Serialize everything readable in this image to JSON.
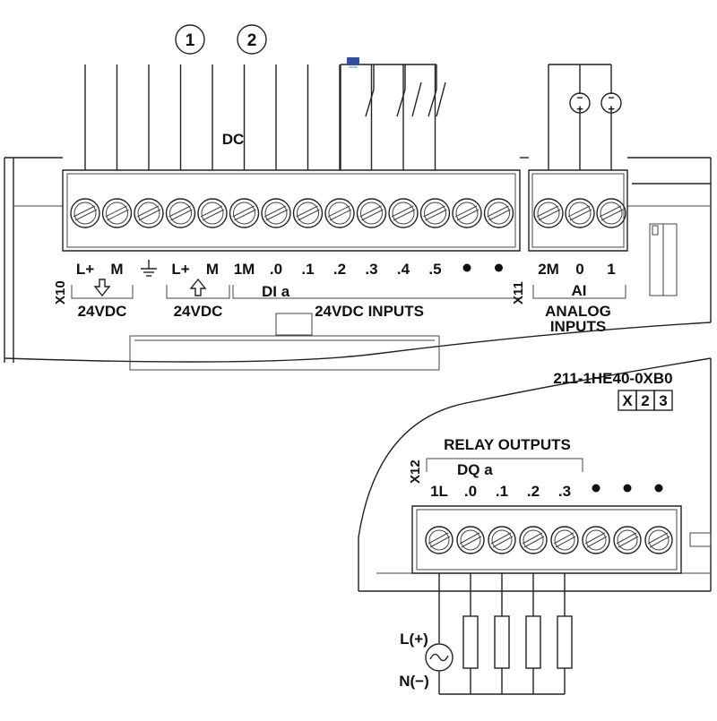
{
  "callouts": [
    "1",
    "2"
  ],
  "dc_label": "DC",
  "x10": {
    "connector_id": "X10",
    "terminals": [
      "L+",
      "M",
      "",
      "L+",
      "M",
      "1M",
      ".0",
      ".1",
      ".2",
      ".3",
      ".4",
      ".5",
      "",
      ""
    ],
    "ground_icon": "ground-icon",
    "group_24vdc_out": "24VDC",
    "group_24vdc_in": "24VDC",
    "di_label": "DI a",
    "inputs_label": "24VDC INPUTS"
  },
  "x11": {
    "connector_id": "X11",
    "terminals": [
      "2M",
      "0",
      "1"
    ],
    "ai_label": "AI",
    "analog_label_1": "ANALOG",
    "analog_label_2": "INPUTS"
  },
  "module": {
    "part_number": "211-1HE40-0XB0",
    "version_boxes": [
      "X",
      "2",
      "3"
    ]
  },
  "x12": {
    "connector_id": "X12",
    "title": "RELAY OUTPUTS",
    "dq_label": "DQ a",
    "terminals": [
      "1L",
      ".0",
      ".1",
      ".2",
      ".3",
      "",
      "",
      ""
    ]
  },
  "supply": {
    "line": "L(+)",
    "neutral": "N(−)",
    "source_icon": "ac-source-icon"
  },
  "sensor_icon": "sensor-indicator-icon",
  "analog_source_icon": "dc-source-icon",
  "colors": {
    "line": "#222222",
    "sensor_blue": "#2f4fa0"
  }
}
